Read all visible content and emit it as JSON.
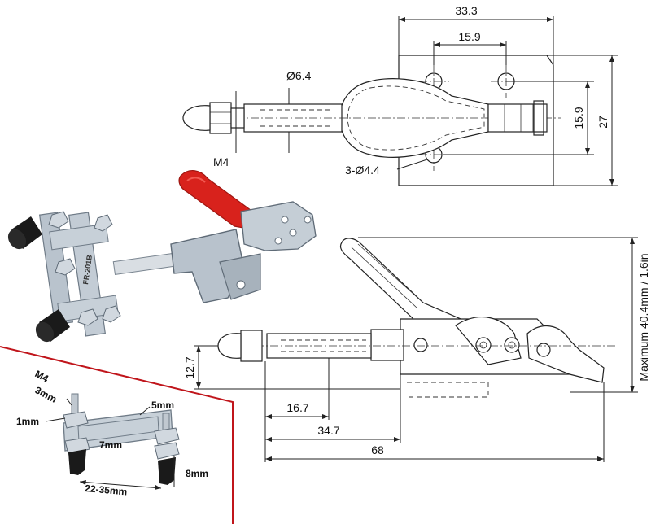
{
  "top_view": {
    "width_overall": "33.3",
    "hole_spacing_x": "15.9",
    "shaft_diameter": "Ø6.4",
    "thread": "M4",
    "mount_holes": "3-Ø4.4",
    "hole_spacing_y": "15.9",
    "base_height": "27"
  },
  "side_view": {
    "spindle_height": "12.7",
    "stroke_length": "16.7",
    "base_offset": "34.7",
    "overall_length": "68",
    "max_height": "Maximum 40.4mm / 1.6in"
  },
  "photo_inset": {
    "stamp": "FR-201B"
  },
  "accessory_inset": {
    "thread": "M4",
    "thread_length": "3mm",
    "washer_thickness": "1mm",
    "bar_thickness": "5mm",
    "slot_width": "7mm",
    "bumper_height": "8mm",
    "adjust_range": "22-35mm"
  },
  "colors": {
    "handle_red": "#d8221c",
    "metal": "#b8c2cc",
    "inset_border": "#c0151b",
    "bumper_black": "#1a1a1a"
  }
}
